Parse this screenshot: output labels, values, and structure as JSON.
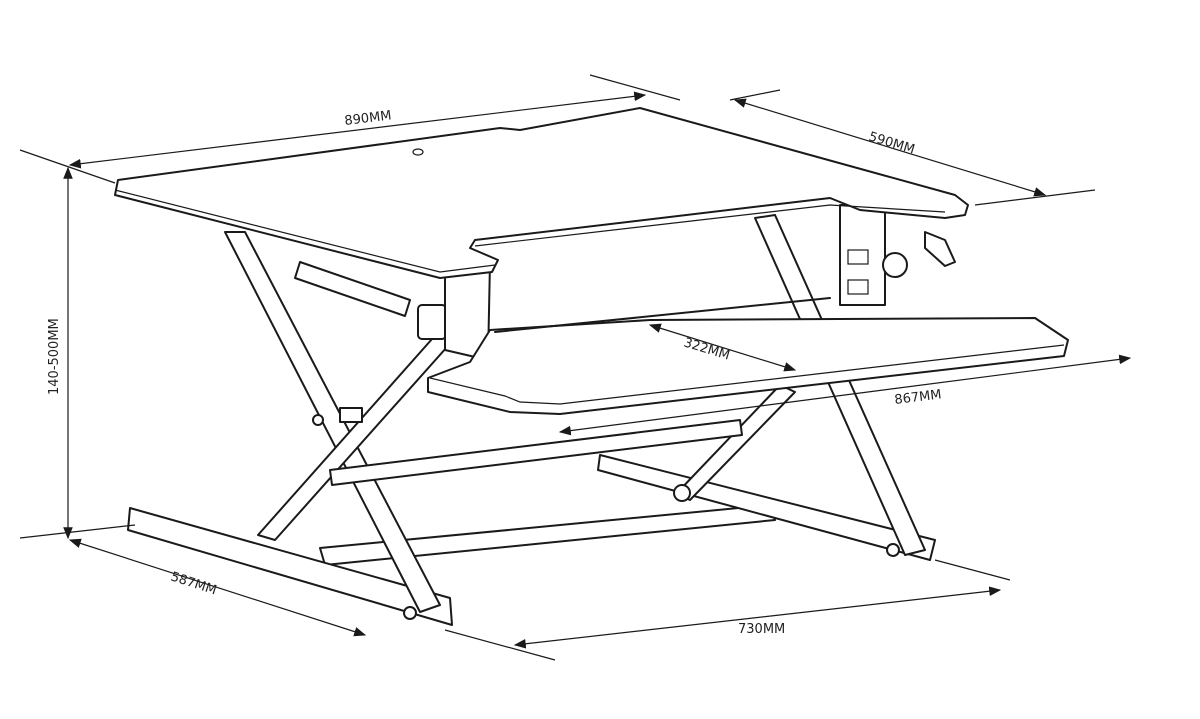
{
  "diagram": {
    "subject": "standing-desk-converter",
    "dimensions": {
      "top_width": "890MM",
      "top_depth": "590MM",
      "height_range": "140-500MM",
      "tray_depth": "322MM",
      "tray_width": "867MM",
      "base_depth": "587MM",
      "base_width": "730MM"
    }
  }
}
